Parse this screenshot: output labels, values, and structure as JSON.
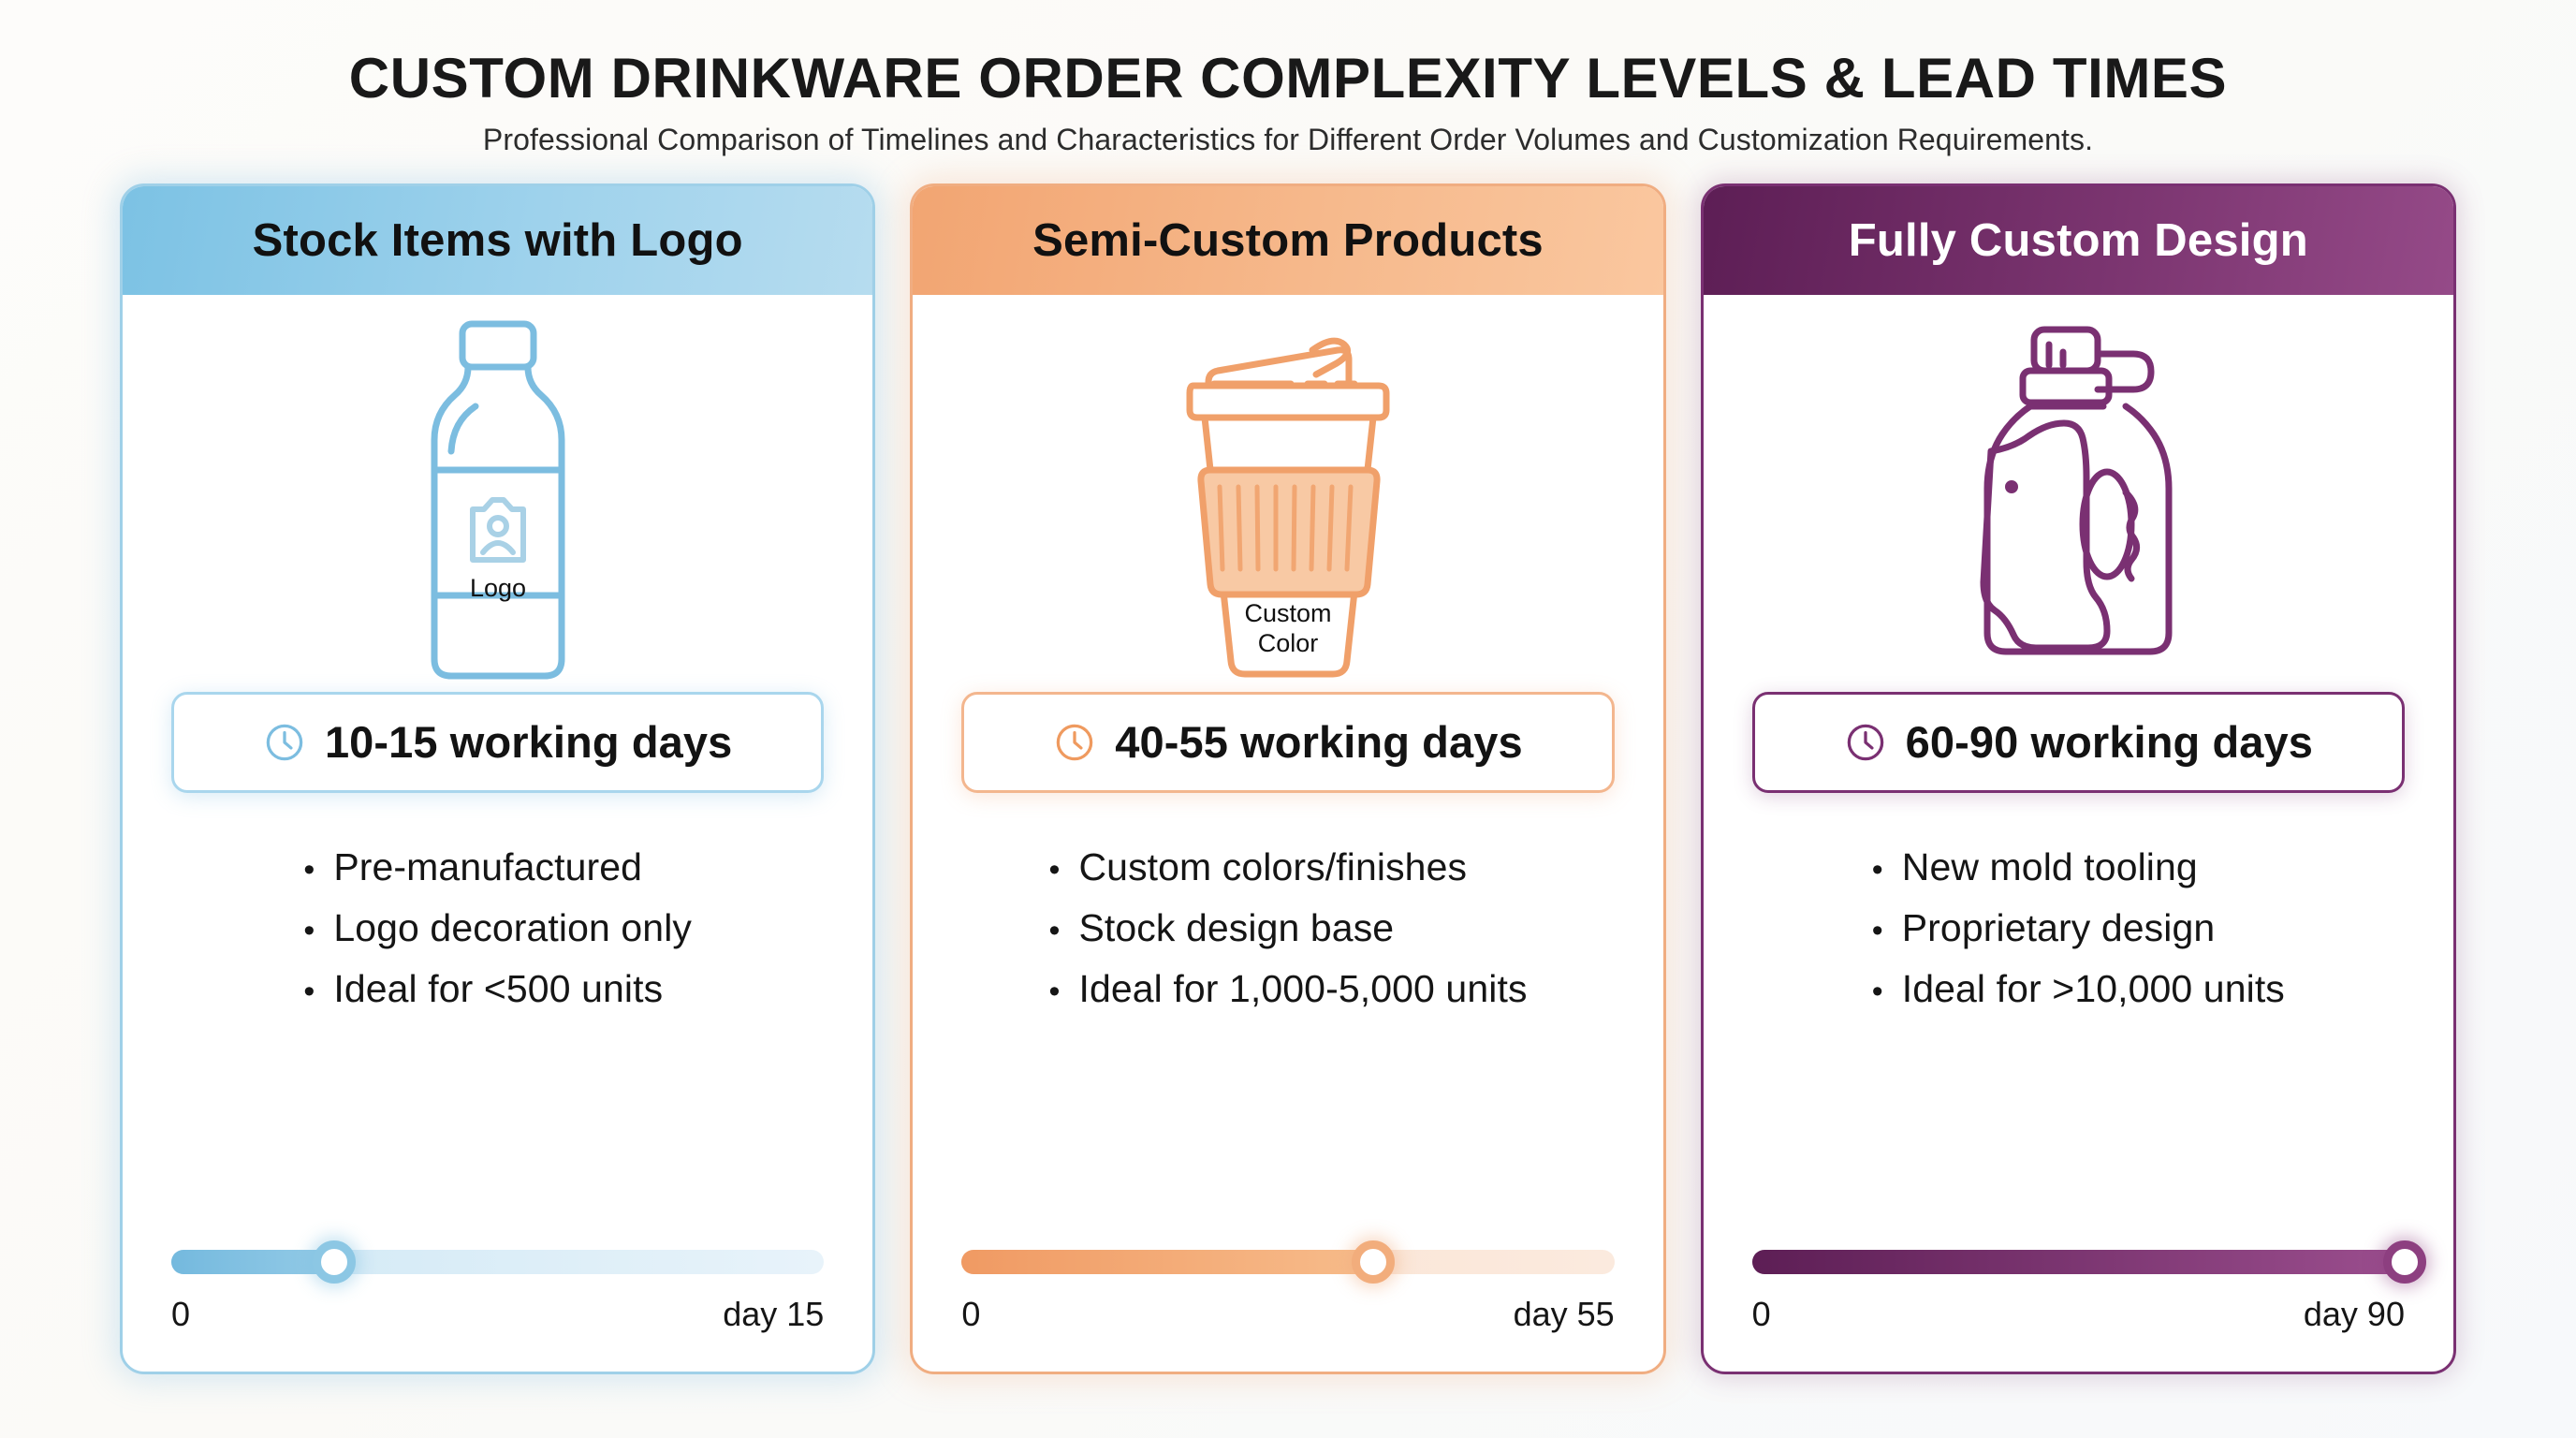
{
  "header": {
    "title": "CUSTOM DRINKWARE ORDER COMPLEXITY LEVELS & LEAD TIMES",
    "subtitle": "Professional Comparison of Timelines and Characteristics for Different Order Volumes and Customization Requirements."
  },
  "colors": {
    "card1_accent": "#7cc2e4",
    "card2_accent": "#f2a572",
    "card3_accent": "#5d1e55",
    "background": "#fdfcfa",
    "text": "#151515"
  },
  "cards": [
    {
      "title": "Stock Items with Logo",
      "illustration": {
        "icon": "water-bottle-icon",
        "label": "Logo",
        "badge_icon": "image-placeholder-icon"
      },
      "lead_time": {
        "icon": "clock-icon",
        "text": "10-15 working days"
      },
      "features": [
        "Pre-manufactured",
        "Logo decoration only",
        "Ideal for <500 units"
      ],
      "slider": {
        "min_label": "0",
        "max_label": "day 15",
        "percent": 25,
        "value_days": 15
      }
    },
    {
      "title": "Semi-Custom Products",
      "illustration": {
        "icon": "coffee-cup-icon",
        "label_line1": "Custom",
        "label_line2": "Color"
      },
      "lead_time": {
        "icon": "clock-icon",
        "text": "40-55 working days"
      },
      "features": [
        "Custom colors/finishes",
        "Stock design base",
        "Ideal for 1,000-5,000 units"
      ],
      "slider": {
        "min_label": "0",
        "max_label": "day 55",
        "percent": 63,
        "value_days": 55
      }
    },
    {
      "title": "Fully Custom Design",
      "illustration": {
        "icon": "sport-bottle-icon",
        "label": ""
      },
      "lead_time": {
        "icon": "clock-icon",
        "text": "60-90 working days"
      },
      "features": [
        "New mold tooling",
        "Proprietary design",
        "Ideal for >10,000 units"
      ],
      "slider": {
        "min_label": "0",
        "max_label": "day 90",
        "percent": 100,
        "value_days": 90
      }
    }
  ]
}
